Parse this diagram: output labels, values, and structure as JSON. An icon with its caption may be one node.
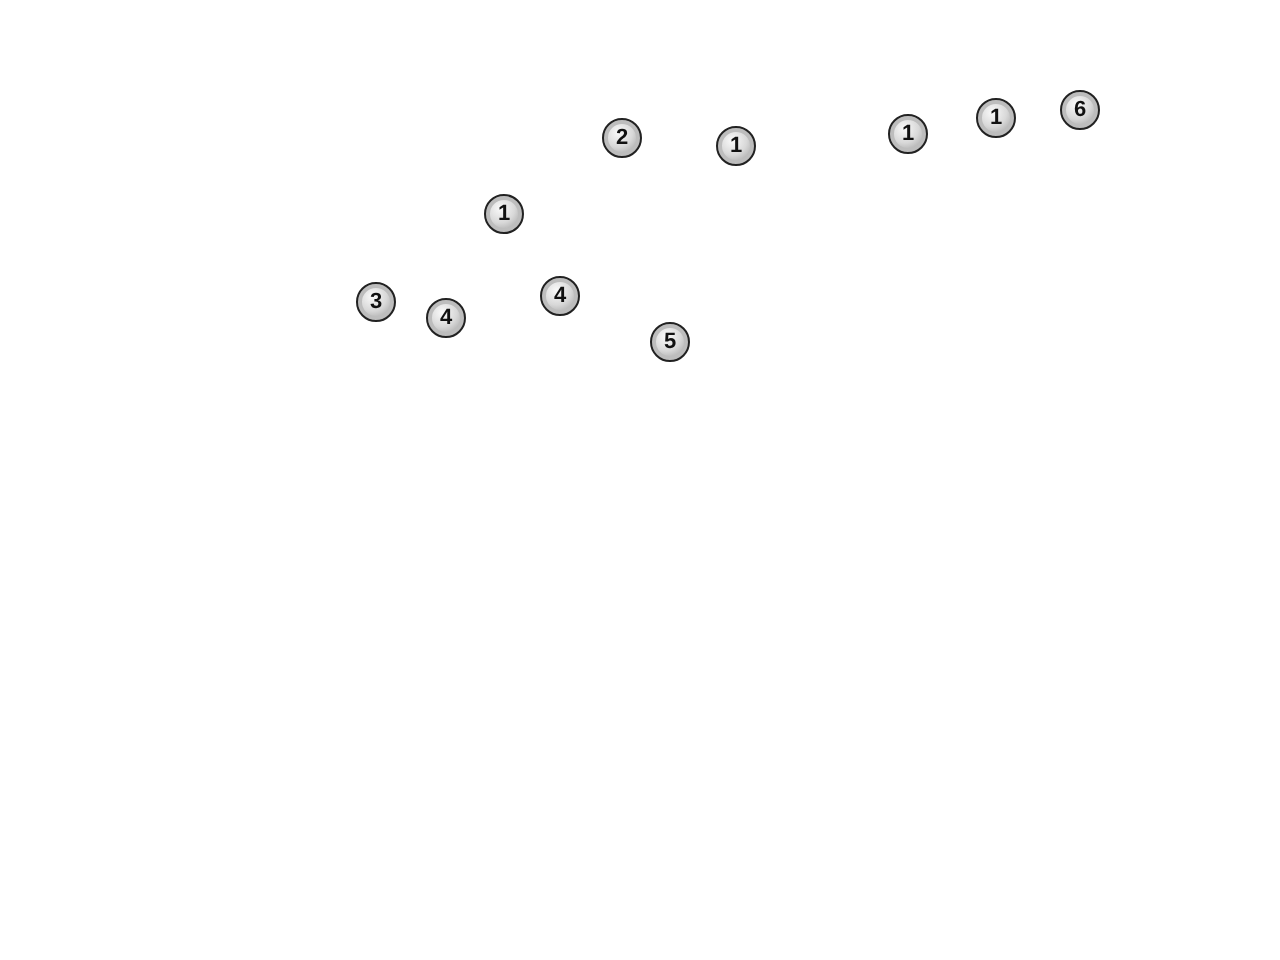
{
  "diagram": {
    "labels": [
      "2",
      "1",
      "1",
      "1",
      "6",
      "1",
      "3",
      "4",
      "4",
      "5"
    ]
  }
}
